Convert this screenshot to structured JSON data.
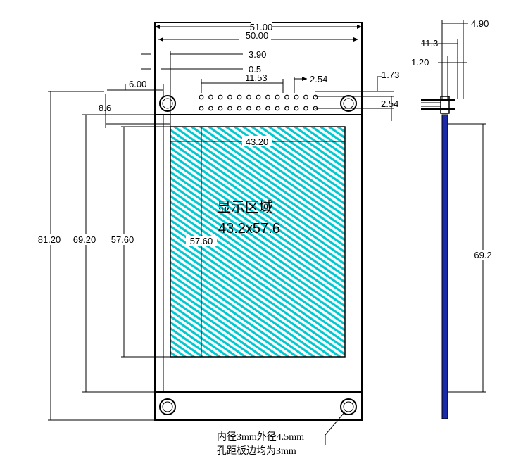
{
  "top_dims": {
    "overall_width": "51.00",
    "inner_width": "50.00",
    "offset_390": "3.90",
    "offset_05": "0.5",
    "pin_span": "11.53",
    "pin_pitch": "2.54",
    "pin_offset": "1.73",
    "hole_offset": "6.00",
    "row_pitch": "2.54",
    "top_margin": "8.6"
  },
  "left_dims": {
    "overall_height": "81.20",
    "board_height": "69.20",
    "display_height_outer": "57.60",
    "display_height_inner": "57.60"
  },
  "display": {
    "width_label": "43.20",
    "title": "显示区域",
    "size": "43.2x57.6",
    "fill_color": "#00c8d0"
  },
  "side_dims": {
    "thickness": "4.90",
    "header_depth": "11.3",
    "pin_len": "1.20",
    "side_height": "69.2",
    "pcb_color": "#1a2aa8"
  },
  "note": {
    "line1": "内径3mm外径4.5mm",
    "line2": "孔距板边均为3mm"
  }
}
